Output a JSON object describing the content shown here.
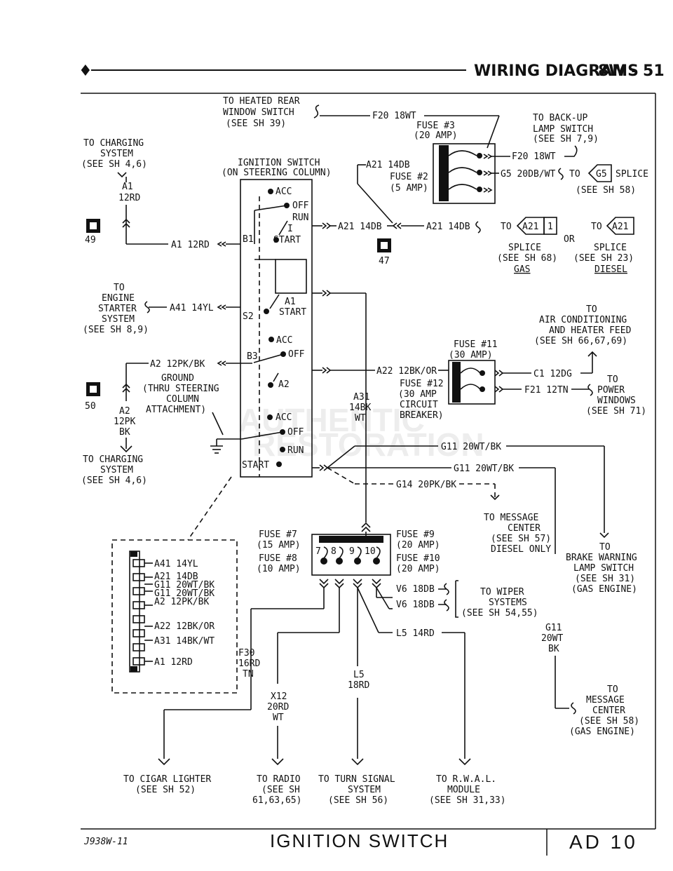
{
  "header": {
    "bullet": "♦",
    "section": "WIRING DIAGRAMS",
    "page": "8W - 51"
  },
  "ignition": {
    "title1": "IGNITION SWITCH",
    "title2": "(ON STEERING COLUMN)",
    "positions": [
      "ACC",
      "OFF",
      "RUN",
      "I",
      "START",
      "A1",
      "START",
      "ACC",
      "OFF",
      "A2",
      "ACC",
      "OFF",
      "RUN",
      "START"
    ],
    "terminals": [
      "B1",
      "S2",
      "B3"
    ]
  },
  "grounds": [
    {
      "id": "49"
    },
    {
      "id": "47"
    },
    {
      "id": "50"
    }
  ],
  "labels": {
    "heated_rear": [
      "TO HEATED REAR",
      "WINDOW SWITCH",
      "(SEE SH 39)"
    ],
    "f20_wire": "F20 18WT",
    "fuse3": [
      "FUSE #3",
      "(20 AMP)"
    ],
    "backup": [
      "TO BACK-UP",
      "LAMP SWITCH",
      "(SEE SH 7,9)"
    ],
    "f20_wire2": "F20 18WT",
    "charging": [
      "TO CHARGING",
      "SYSTEM",
      "(SEE SH 4,6)"
    ],
    "a1_wire": [
      "A1",
      "12RD"
    ],
    "a21_14db": "A21 14DB",
    "fuse2": [
      "FUSE #2",
      "(5 AMP)"
    ],
    "g5_wire": "G5 20DB/WT",
    "to_g5": "TO",
    "g5": "G5",
    "splice": "SPLICE",
    "see58": "(SEE SH 58)",
    "a21_b": "A21 14DB",
    "a21_c": "A21 14DB",
    "to_a21": "TO",
    "a21_tag": "A21",
    "a21_n": "1",
    "or": "OR",
    "to_a21b": "TO",
    "a21_tag2": "A21",
    "splice_gas": [
      "SPLICE",
      "(SEE SH 68)",
      "GAS"
    ],
    "splice_diesel": [
      "SPLICE",
      "(SEE SH 23)",
      "DIESEL"
    ],
    "a1_12rd": "A1 12RD",
    "engine_starter": [
      "TO",
      "ENGINE",
      "STARTER",
      "SYSTEM",
      "(SEE SH 8,9)"
    ],
    "a41": "A41 14YL",
    "ac": [
      "TO",
      "AIR CONDITIONING",
      "AND HEATER FEED",
      "(SEE SH 66,67,69)"
    ],
    "fuse11": [
      "FUSE #11",
      "(30 AMP)"
    ],
    "c1": "C1 12DG",
    "a2_wire": "A2 12PK/BK",
    "ground_thru": [
      "GROUND",
      "(THRU STEERING",
      "COLUMN",
      "ATTACHMENT)"
    ],
    "a22": "A22 12BK/OR",
    "fuse12": [
      "FUSE #12",
      "(30 AMP",
      "CIRCUIT",
      "BREAKER)"
    ],
    "f21": "F21 12TN",
    "power_windows": [
      "TO",
      "POWER",
      "WINDOWS",
      "(SEE SH 71)"
    ],
    "a2_left": [
      "A2",
      "12PK",
      "BK"
    ],
    "a31": [
      "A31",
      "14BK",
      "WT"
    ],
    "charging2": [
      "TO CHARGING",
      "SYSTEM",
      "(SEE SH 4,6)"
    ],
    "g11_a": "G11 20WT/BK",
    "g11_b": "G11 20WT/BK",
    "g14": "G14 20PK/BK",
    "msg_center": [
      "TO MESSAGE",
      "CENTER",
      "(SEE SH 57)",
      "DIESEL ONLY"
    ],
    "fuse7": [
      "FUSE #7",
      "(15 AMP)"
    ],
    "fuse8": [
      "FUSE #8",
      "(10 AMP)"
    ],
    "fuse9": [
      "FUSE #9",
      "(20 AMP)"
    ],
    "fuse10": [
      "FUSE #10",
      "(20 AMP)"
    ],
    "fuse_nums": [
      "7",
      "8",
      "9",
      "10"
    ],
    "brake": [
      "TO",
      "BRAKE WARNING",
      "LAMP SWITCH",
      "(SEE SH 31)",
      "(GAS ENGINE)"
    ],
    "v6a": "V6 18DB",
    "v6b": "V6 18DB",
    "wiper": [
      "TO WIPER",
      "SYSTEMS",
      "(SEE SH 54,55)"
    ],
    "l5": "L5 14RD",
    "g11_vert": [
      "G11",
      "20WT",
      "BK"
    ],
    "f30": [
      "F30",
      "16RD",
      "TN"
    ],
    "l5b": [
      "L5",
      "18RD"
    ],
    "x12": [
      "X12",
      "20RD",
      "WT"
    ],
    "msg_center2": [
      "TO",
      "MESSAGE",
      "CENTER",
      "(SEE SH 58)",
      "(GAS ENGINE)"
    ],
    "cigar": [
      "TO CIGAR LIGHTER",
      "(SEE SH 52)"
    ],
    "radio": [
      "TO RADIO",
      "(SEE SH",
      "61,63,65)"
    ],
    "turn": [
      "TO TURN SIGNAL",
      "SYSTEM",
      "(SEE SH 56)"
    ],
    "ral": [
      "TO R.W.A.L.",
      "MODULE",
      "(SEE SH 31,33)"
    ],
    "connector_pins": [
      "A41 14YL",
      "A21 14DB",
      "G11 20WT/BK",
      "G11 20WT/BK",
      "A2 12PK/BK",
      "A22 12BK/OR",
      "A31 14BK/WT",
      "A1 12RD"
    ]
  },
  "footer": {
    "code": "J938W-11",
    "title": "IGNITION SWITCH",
    "ref": "AD 10"
  },
  "watermark": [
    "AUTHENTIC",
    "RESTORATION"
  ]
}
